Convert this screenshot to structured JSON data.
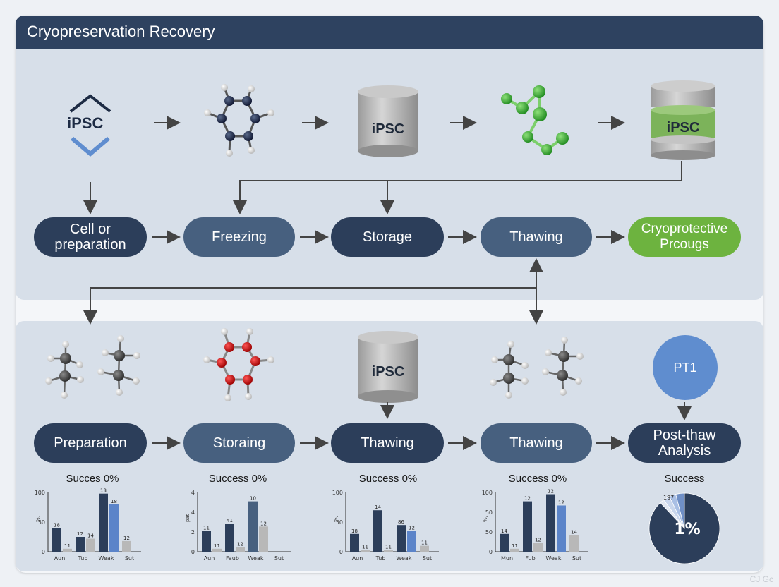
{
  "title": "Cryopreservation Recovery",
  "top_icons": {
    "ipsc_logo": "iPSC",
    "cylinder_1": "iPSC",
    "cylinder_2": "iPSC"
  },
  "top_row": [
    {
      "label": "Cell or\npreparation",
      "style": "dark"
    },
    {
      "label": "Freezing",
      "style": "mid"
    },
    {
      "label": "Storage",
      "style": "dark"
    },
    {
      "label": "Thawing",
      "style": "mid"
    },
    {
      "label": "Cryoprotective\nPrcougs",
      "style": "green"
    }
  ],
  "bottom_icons": {
    "cylinder": "iPSC",
    "circle": "PT1"
  },
  "bottom_row": [
    {
      "label": "Preparation",
      "style": "dark"
    },
    {
      "label": "Storaing",
      "style": "mid"
    },
    {
      "label": "Thawing",
      "style": "dark"
    },
    {
      "label": "Thawing",
      "style": "mid"
    },
    {
      "label": "Post-thaw\nAnalysis",
      "style": "dark"
    }
  ],
  "success_labels": [
    "Succes 0%",
    "Success 0%",
    "Success 0%",
    "Success 0%",
    "Success"
  ],
  "colors": {
    "dark": "#2c3e5a",
    "mid": "#47607f",
    "blue": "#5b84c9",
    "gray": "#b8b8b8",
    "green": "#6db33f"
  },
  "chart_data": [
    {
      "type": "bar",
      "ylabel": "%,",
      "yticks": [
        "100",
        "50",
        "0"
      ],
      "ylim": [
        0,
        100
      ],
      "categories": [
        "Aun",
        "Tub",
        "Weak",
        "Sut"
      ],
      "series": [
        {
          "values": [
            18,
            0,
            98,
            0
          ],
          "color": "#2c3e5a"
        },
        {
          "values": [
            0,
            12,
            0,
            18
          ],
          "color": "#5b84c9"
        },
        {
          "values": [
            11,
            14,
            0,
            12
          ],
          "color": "#b8b8b8"
        }
      ],
      "bars": [
        {
          "cat": 0,
          "v": 40,
          "c": "dark",
          "lab": "18"
        },
        {
          "cat": 0,
          "v": 5,
          "c": "gray",
          "lab": "11"
        },
        {
          "cat": 1,
          "v": 25,
          "c": "dark",
          "lab": "12"
        },
        {
          "cat": 1,
          "v": 22,
          "c": "gray",
          "lab": "14"
        },
        {
          "cat": 2,
          "v": 98,
          "c": "dark",
          "lab": "13"
        },
        {
          "cat": 2,
          "v": 80,
          "c": "blue",
          "lab": "18"
        },
        {
          "cat": 3,
          "v": 18,
          "c": "gray",
          "lab": "12"
        }
      ]
    },
    {
      "type": "bar",
      "ylabel": "pat",
      "yticks": [
        "4",
        "4",
        "2",
        "0"
      ],
      "ylim": [
        0,
        4
      ],
      "categories": [
        "Aun",
        "Faub",
        "Weak",
        "Sut"
      ],
      "bars": [
        {
          "cat": 0,
          "v": 1.4,
          "c": "dark",
          "lab": "11"
        },
        {
          "cat": 0,
          "v": 0.2,
          "c": "gray",
          "lab": "11"
        },
        {
          "cat": 1,
          "v": 1.9,
          "c": "dark",
          "lab": "41"
        },
        {
          "cat": 1,
          "v": 0.3,
          "c": "gray",
          "lab": "12"
        },
        {
          "cat": 2,
          "v": 3.4,
          "c": "mid",
          "lab": "10"
        },
        {
          "cat": 2,
          "v": 1.7,
          "c": "gray",
          "lab": "12"
        }
      ]
    },
    {
      "type": "bar",
      "ylabel": "%,",
      "yticks": [
        "100",
        "50",
        "0"
      ],
      "ylim": [
        0,
        100
      ],
      "categories": [
        "Aun",
        "Tub",
        "Weak",
        "Sut"
      ],
      "bars": [
        {
          "cat": 0,
          "v": 30,
          "c": "dark",
          "lab": "18"
        },
        {
          "cat": 0,
          "v": 3,
          "c": "gray",
          "lab": "11"
        },
        {
          "cat": 1,
          "v": 70,
          "c": "dark",
          "lab": "14"
        },
        {
          "cat": 1,
          "v": 3,
          "c": "gray",
          "lab": "11"
        },
        {
          "cat": 2,
          "v": 45,
          "c": "dark",
          "lab": "86"
        },
        {
          "cat": 2,
          "v": 35,
          "c": "blue",
          "lab": "12"
        },
        {
          "cat": 3,
          "v": 10,
          "c": "gray",
          "lab": "11"
        }
      ]
    },
    {
      "type": "bar",
      "ylabel": "%,",
      "yticks": [
        "100",
        "50",
        "50",
        "0"
      ],
      "ylim": [
        0,
        100
      ],
      "categories": [
        "Mun",
        "Fub",
        "Weak",
        "Sut"
      ],
      "bars": [
        {
          "cat": 0,
          "v": 30,
          "c": "dark",
          "lab": "14"
        },
        {
          "cat": 0,
          "v": 5,
          "c": "gray",
          "lab": "11"
        },
        {
          "cat": 1,
          "v": 85,
          "c": "dark",
          "lab": "12"
        },
        {
          "cat": 1,
          "v": 15,
          "c": "gray",
          "lab": "12"
        },
        {
          "cat": 2,
          "v": 97,
          "c": "dark",
          "lab": "12"
        },
        {
          "cat": 2,
          "v": 78,
          "c": "blue",
          "lab": "12"
        },
        {
          "cat": 3,
          "v": 28,
          "c": "gray",
          "lab": "14"
        }
      ]
    },
    {
      "type": "pie",
      "center_label": "1%",
      "small_label": "197",
      "values": [
        88,
        4,
        3,
        3,
        2
      ]
    }
  ]
}
